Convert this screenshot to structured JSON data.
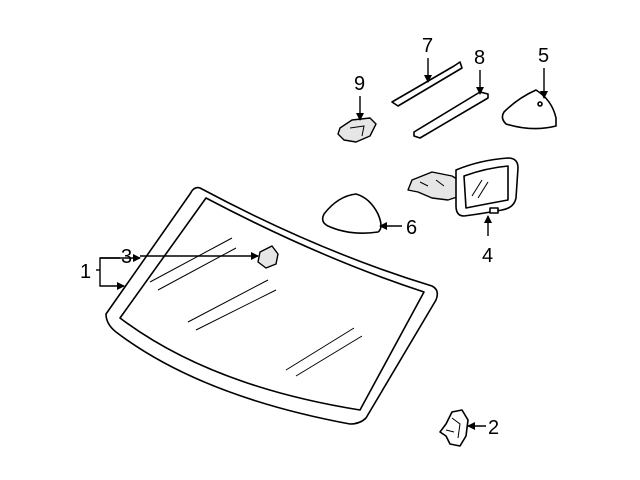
{
  "diagram": {
    "callouts": {
      "c1": "1",
      "c2": "2",
      "c3": "3",
      "c4": "4",
      "c5": "5",
      "c6": "6",
      "c7": "7",
      "c8": "8",
      "c9": "9"
    },
    "line_color": "#000000",
    "background": "#ffffff"
  }
}
